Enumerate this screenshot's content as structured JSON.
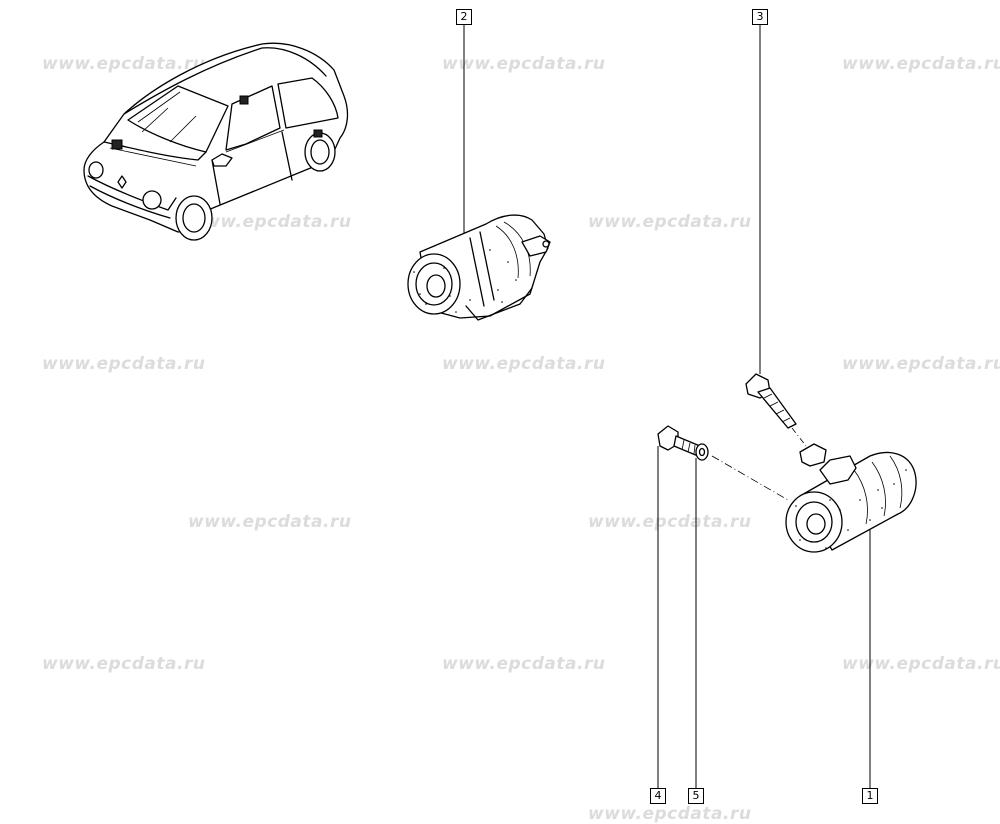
{
  "watermark": "www.epcdata.ru",
  "callouts": {
    "p1": "1",
    "p2": "2",
    "p3": "3",
    "p4": "4",
    "p5": "5"
  }
}
